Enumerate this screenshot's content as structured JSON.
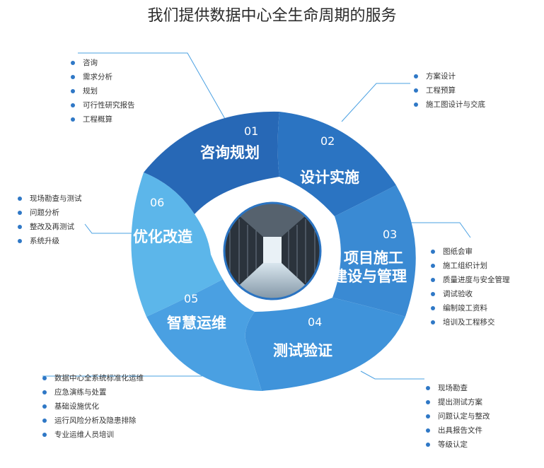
{
  "title": "我们提供数据中心全生命周期的服务",
  "colors": {
    "segment_01": "#2768b6",
    "segment_02": "#2b74c2",
    "segment_03": "#3a8ad3",
    "segment_04": "#3f93da",
    "segment_05": "#4aa0e2",
    "segment_06": "#5cb6ea",
    "bullet": "#2f78c6",
    "leader_line": "#4aa0e2"
  },
  "center_image": "data-center-server-aisle",
  "segments": [
    {
      "num": "01",
      "label": "咨询规划"
    },
    {
      "num": "02",
      "label": "设计实施"
    },
    {
      "num": "03",
      "label_line1": "项目施工",
      "label_line2": "建设与管理"
    },
    {
      "num": "04",
      "label": "测试验证"
    },
    {
      "num": "05",
      "label": "智慧运维"
    },
    {
      "num": "06",
      "label": "优化改造"
    }
  ],
  "lists": {
    "consult": [
      "咨询",
      "需求分析",
      "规划",
      "可行性研究报告",
      "工程概算"
    ],
    "design": [
      "方案设计",
      "工程预算",
      "施工图设计与交底"
    ],
    "construction": [
      "图纸会审",
      "施工组织计划",
      "质量进度与安全管理",
      "调试验收",
      "编制竣工资料",
      "培训及工程移交"
    ],
    "testing": [
      "现场勘查",
      "提出测试方案",
      "问题认定与整改",
      "出具报告文件",
      "等级认定"
    ],
    "operation": [
      "数据中心全系统标准化运维",
      "应急演练与处置",
      "基础设施优化",
      "运行风险分析及隐患排除",
      "专业运维人员培训"
    ],
    "optimize": [
      "现场勘查与测试",
      "问题分析",
      "整改及再测试",
      "系统升级"
    ]
  }
}
